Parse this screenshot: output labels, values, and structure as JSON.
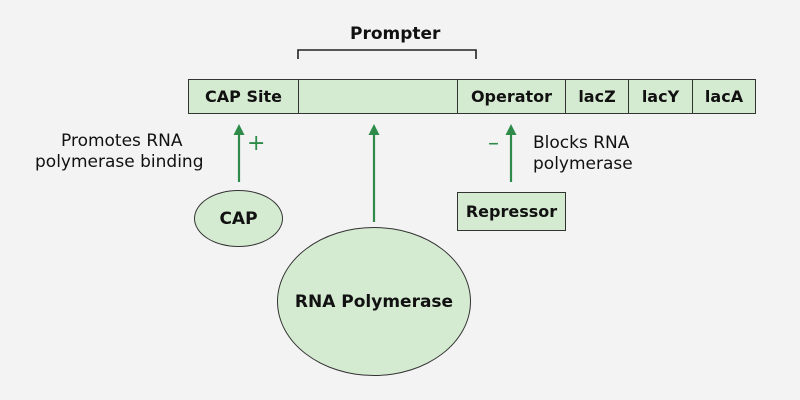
{
  "title": "Prompter",
  "segments": {
    "cap_site": "CAP Site",
    "promoter": "",
    "operator": "Operator",
    "lacz": "lacZ",
    "lacy": "lacY",
    "laca": "lacA"
  },
  "annotations": {
    "promotes_line1": "Promotes RNA",
    "promotes_line2": "polymerase binding",
    "plus_sign": "+",
    "blocks_line1": "Blocks RNA",
    "blocks_line2": "polymerase",
    "minus_sign": "–"
  },
  "proteins": {
    "cap": "CAP",
    "rna_polymerase": "RNA Polymerase",
    "repressor": "Repressor"
  },
  "colors": {
    "fill": "#d5ebd1",
    "arrow": "#2e8b4a",
    "outline": "#333333",
    "background": "#f3f3f3"
  }
}
